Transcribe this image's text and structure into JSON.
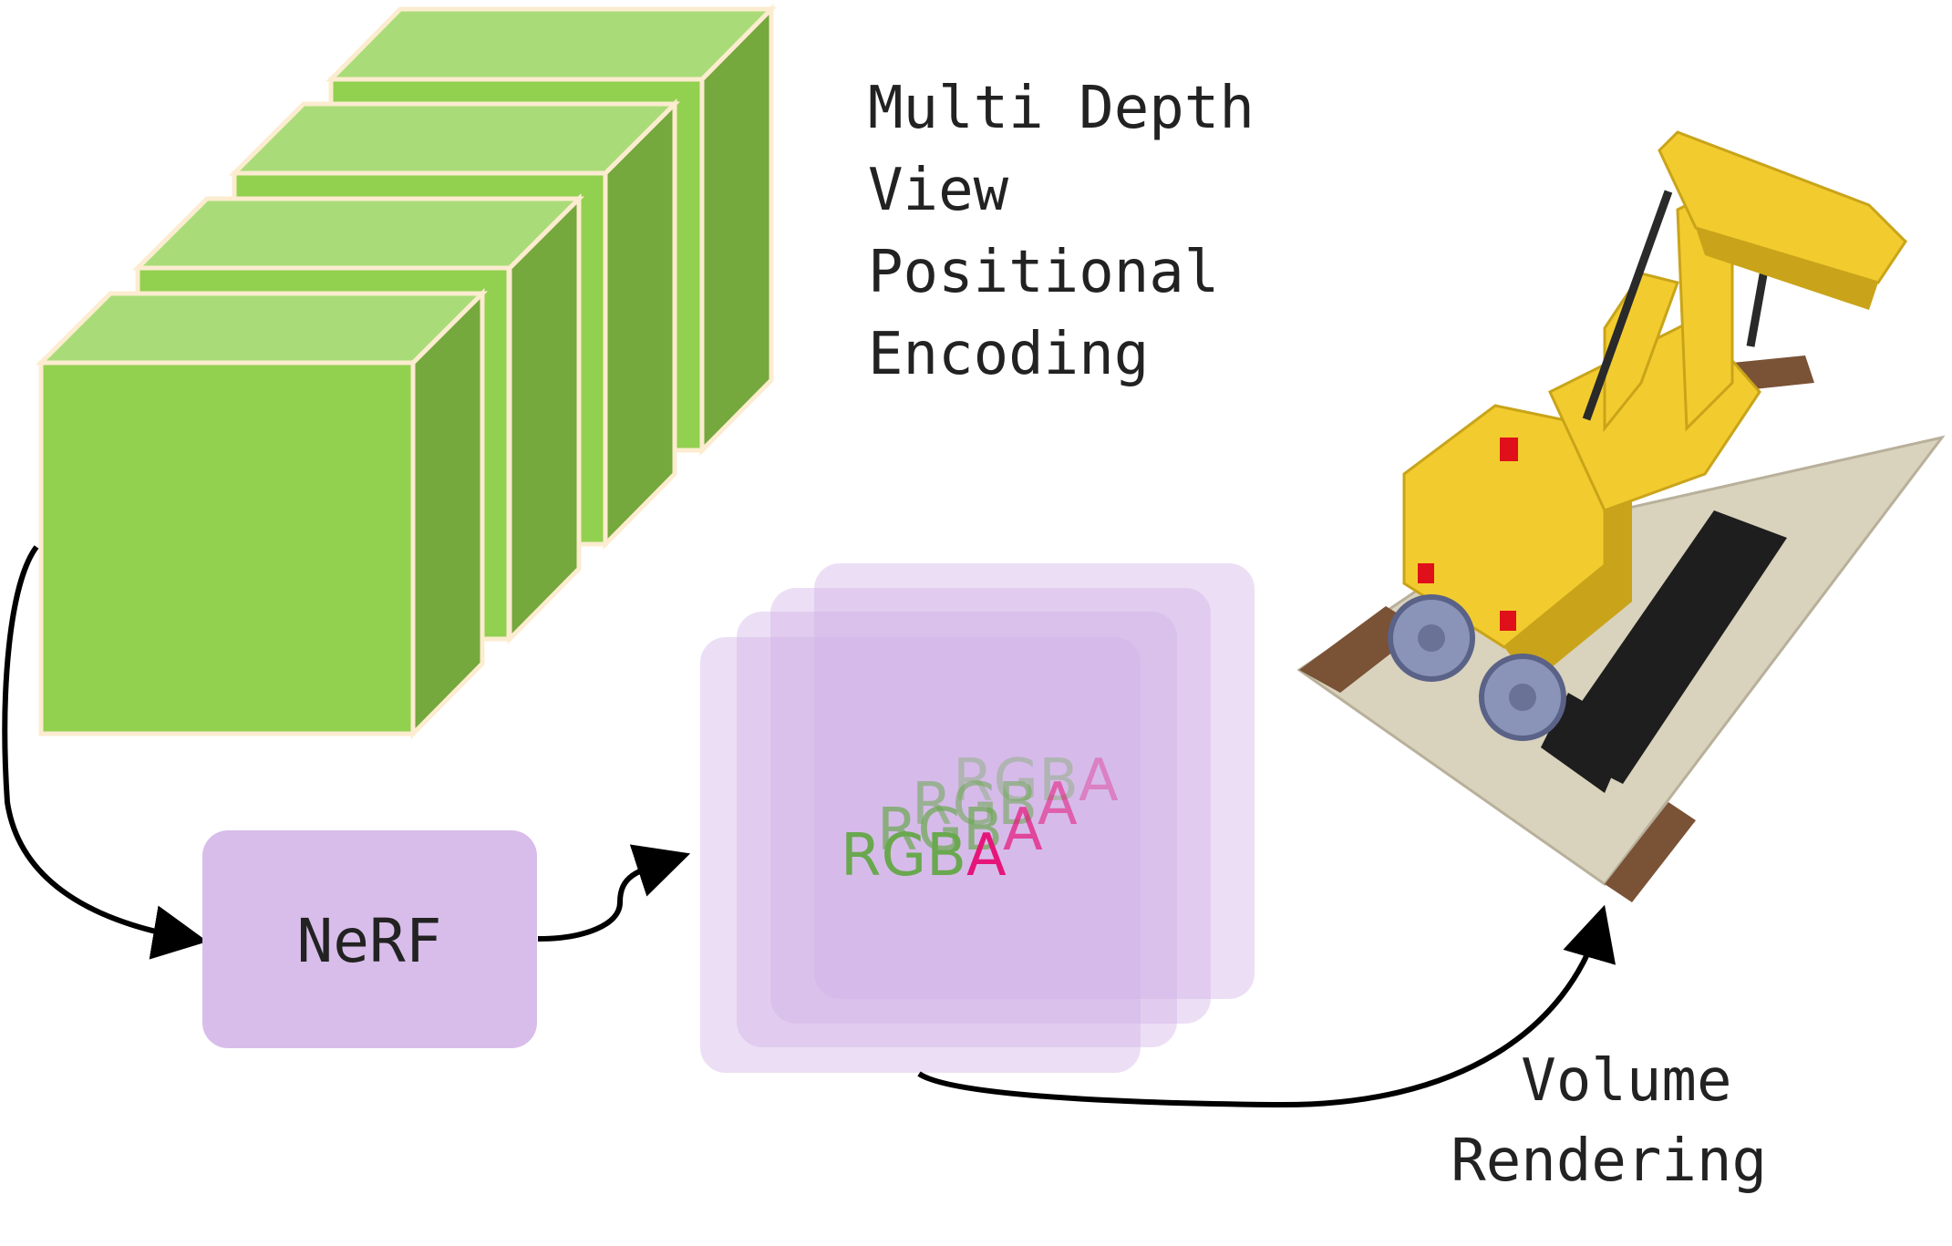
{
  "labels": {
    "encoding_lines": [
      "Multi Depth",
      "View",
      "Positional",
      "Encoding"
    ],
    "nerf": "NeRF",
    "rgb": "RGB",
    "alpha": "A",
    "volume_lines": [
      "Volume",
      "Rendering"
    ]
  },
  "colors": {
    "cube_front": "#92d050",
    "cube_top": "#a9dc78",
    "cube_side": "#75a83d",
    "cube_stroke": "#fcecd0",
    "nerf_box": "#d8bdea",
    "layer_fill": "#d2b3e6",
    "rgb_text": "#6aa84f",
    "alpha_text": "#e6157a",
    "arrow": "#000000",
    "text": "#222222",
    "lego_yellow": "#f2cc2e",
    "lego_plate": "#d9d2bc",
    "lego_brown": "#7a5236",
    "lego_track": "#1e1e1e",
    "lego_wheel": "#8a94b8",
    "lego_red": "#e0101a"
  },
  "icons": {
    "lego_scene": "lego-bulldozer-render"
  }
}
